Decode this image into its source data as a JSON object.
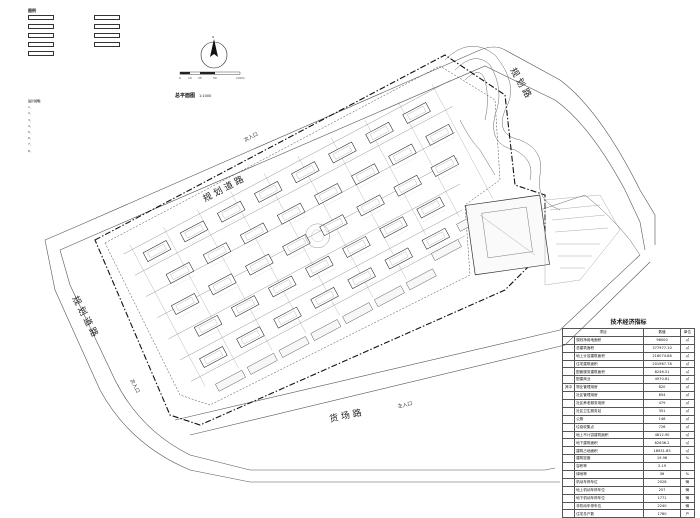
{
  "legend": {
    "title": "图例",
    "items": [
      {
        "code": "",
        "label": ""
      },
      {
        "code": "",
        "label": ""
      },
      {
        "code": "",
        "label": ""
      },
      {
        "code": "",
        "label": ""
      },
      {
        "code": "",
        "label": ""
      },
      {
        "code": "",
        "label": ""
      },
      {
        "code": "",
        "label": ""
      },
      {
        "code": "",
        "label": ""
      },
      {
        "code": "",
        "label": ""
      }
    ]
  },
  "notes": {
    "title": "设计说明：",
    "lines": [
      "1、",
      "2、",
      "3、",
      "4、",
      "5、",
      "6、",
      "7、",
      "8、"
    ]
  },
  "plan_title": {
    "text": "总平面图",
    "scale": "1:1000"
  },
  "compass": {
    "north": "N",
    "scale_labels": [
      "0",
      "10",
      "25",
      "50",
      "100m"
    ]
  },
  "roads": [
    {
      "id": "north-top",
      "text": "规 划 道 路"
    },
    {
      "id": "north-right",
      "text": "规 划 路"
    },
    {
      "id": "west",
      "text": "规 划 道 路"
    },
    {
      "id": "south",
      "text": "货 场 路"
    }
  ],
  "gates": {
    "north": "次入口",
    "west": "次入口",
    "south": "主入口"
  },
  "table": {
    "title": "技术经济指标",
    "headers": [
      "项目",
      "数值",
      "单位"
    ],
    "rows": [
      {
        "group": "",
        "name": "规划净用地面积",
        "value": "96000",
        "unit": "㎡"
      },
      {
        "group": "",
        "name": "总建筑面积",
        "value": "377977.10",
        "unit": "㎡"
      },
      {
        "group": "",
        "name": "地上计容建筑面积",
        "value": "216074.88",
        "unit": "㎡"
      },
      {
        "group": "",
        "name": "住宅建筑面积",
        "value": "201967.78",
        "unit": "㎡"
      },
      {
        "group": "",
        "name": "配套服务建筑面积",
        "value": "8246.51",
        "unit": "㎡"
      },
      {
        "group": "",
        "name": "配建商业",
        "value": "4970.61",
        "unit": "㎡"
      },
      {
        "group": "其中",
        "name": "物业管理用房",
        "value": "820",
        "unit": "㎡"
      },
      {
        "group": "",
        "name": "社区管理用房",
        "value": "854",
        "unit": "㎡"
      },
      {
        "group": "",
        "name": "社区养老服务用房",
        "value": "479",
        "unit": "㎡"
      },
      {
        "group": "",
        "name": "社区卫生服务站",
        "value": "351",
        "unit": "㎡"
      },
      {
        "group": "",
        "name": "公厕",
        "value": "146",
        "unit": "㎡"
      },
      {
        "group": "",
        "name": "垃圾收集点",
        "value": "726",
        "unit": "㎡"
      },
      {
        "group": "",
        "name": "地上不计容建筑面积",
        "value": "4812.90",
        "unit": "㎡"
      },
      {
        "group": "",
        "name": "地下建筑面积",
        "value": "62636.2",
        "unit": "㎡"
      },
      {
        "group": "",
        "name": "建筑占地面积",
        "value": "18931.85",
        "unit": "㎡"
      },
      {
        "group": "",
        "name": "建筑密度",
        "value": "19.98",
        "unit": "%"
      },
      {
        "group": "",
        "name": "容积率",
        "value": "2.19",
        "unit": ""
      },
      {
        "group": "",
        "name": "绿地率",
        "value": "36",
        "unit": "%"
      },
      {
        "group": "",
        "name": "机动车停车位",
        "value": "2028",
        "unit": "辆"
      },
      {
        "group": "",
        "name": "地上机动车停车位",
        "value": "257",
        "unit": "辆"
      },
      {
        "group": "",
        "name": "地下机动车停车位",
        "value": "1771",
        "unit": "辆"
      },
      {
        "group": "",
        "name": "非机动车停车位",
        "value": "2240",
        "unit": "辆"
      },
      {
        "group": "",
        "name": "住宅总户数",
        "value": "1760",
        "unit": "户"
      }
    ]
  }
}
